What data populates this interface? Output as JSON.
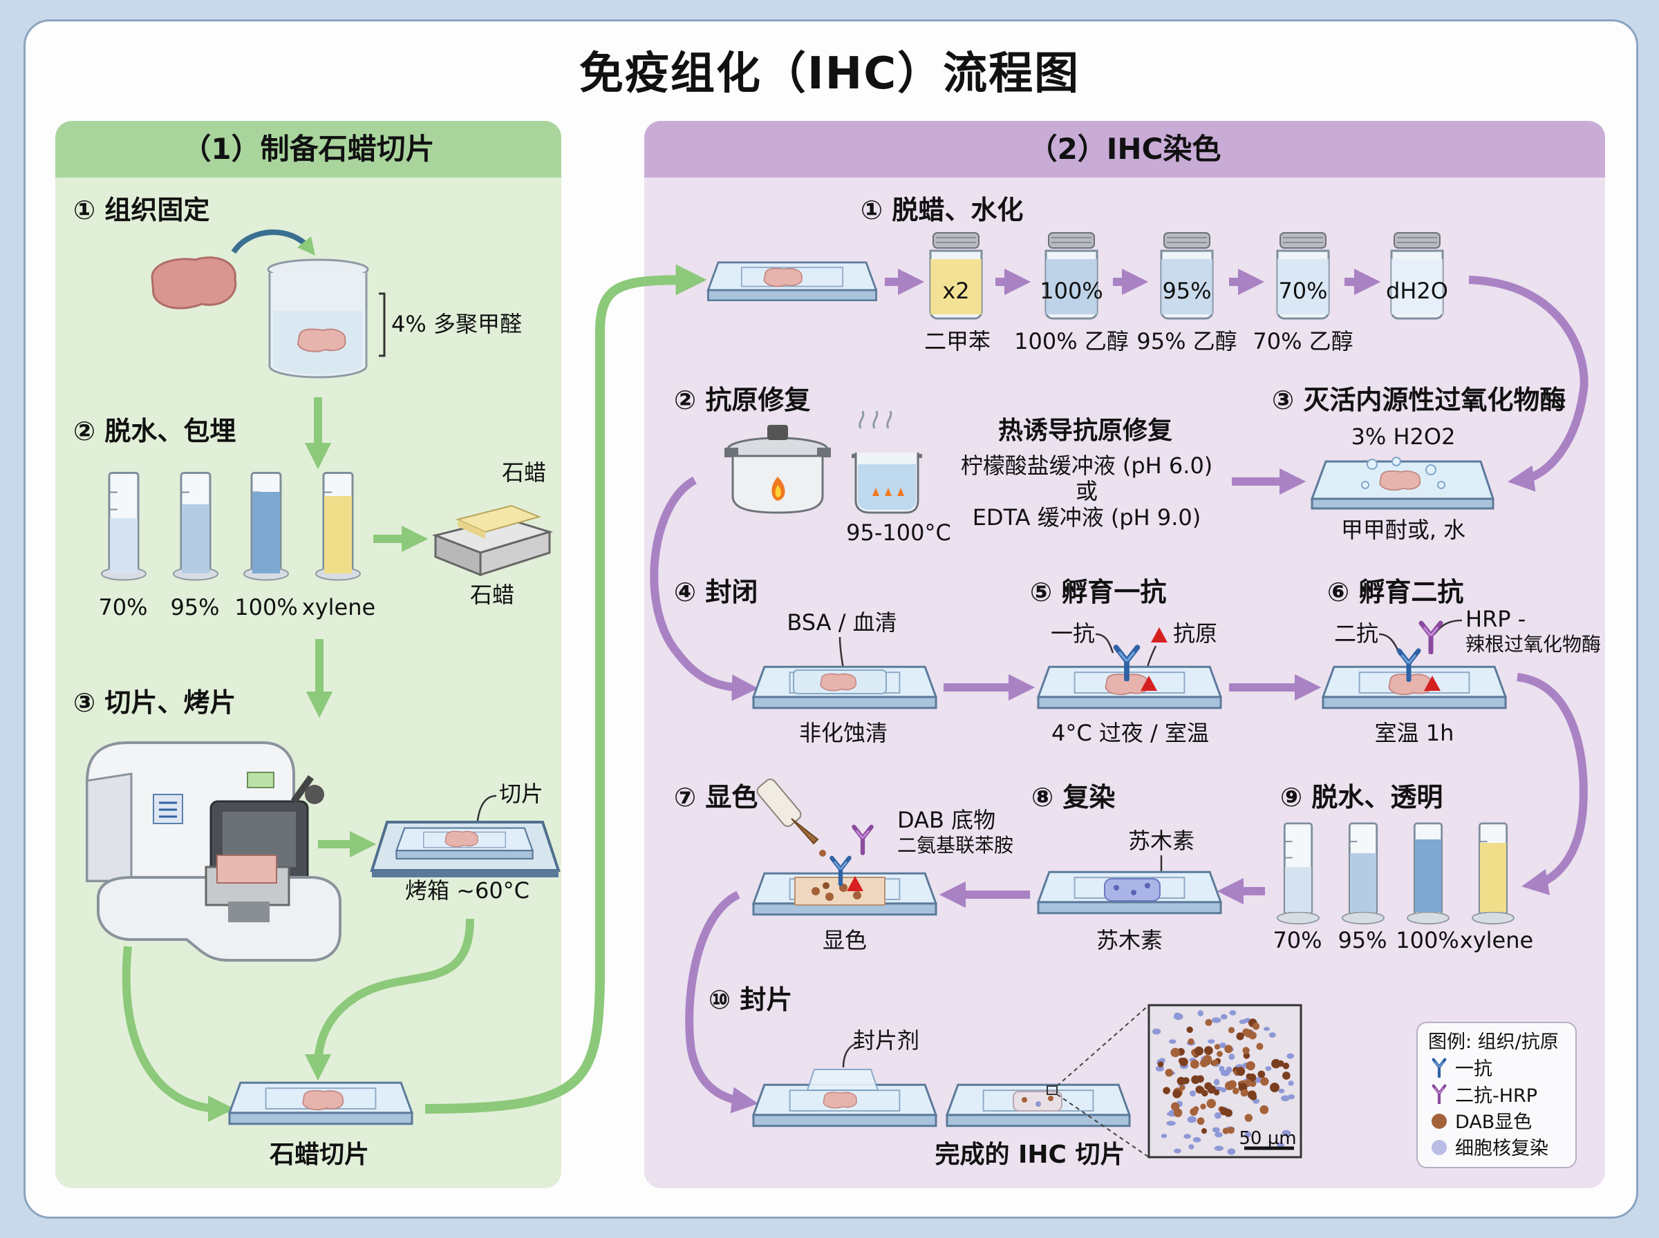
{
  "title": "免疫组化（IHC）流程图",
  "colors": {
    "left_panel": "#e1efd8",
    "left_header": "#a9d59d",
    "right_panel": "#ece1ef",
    "right_header": "#c8acd6",
    "green_arrow": "#8cc97a",
    "purple_arrow": "#a982c4",
    "primary_antibody": "#2f62a5",
    "secondary_antibody": "#8a4a9e",
    "antigen": "#d62020",
    "dab": "#a4623a",
    "nuclear_stain": "#b9bde6"
  },
  "left": {
    "header": "（1）制备石蜡切片",
    "s1": {
      "title": "① 组织固定",
      "fixative": "4% 多聚甲醛"
    },
    "s2": {
      "title": "② 脱水、包埋",
      "tubes": [
        "70%",
        "95%",
        "100%",
        "xylene"
      ],
      "wax_top": "石蜡",
      "wax_bottom": "石蜡"
    },
    "s3": {
      "title": "③ 切片、烤片",
      "section": "切片",
      "oven": "烤箱 ~60°C"
    },
    "result": "石蜡切片"
  },
  "right": {
    "header": "（2）IHC染色",
    "s1": {
      "title": "① 脱蜡、水化",
      "jar_labels": [
        "x2",
        "100%",
        "95%",
        "70%",
        "dH2O"
      ],
      "jar_captions": [
        "二甲苯",
        "100% 乙醇",
        "95% 乙醇",
        "70% 乙醇"
      ]
    },
    "s2": {
      "title": "② 抗原修复",
      "temp": "95-100°C",
      "heading": "热诱导抗原修复",
      "buffer1": "柠檬酸盐缓冲液 (pH 6.0)",
      "or": "或",
      "buffer2": "EDTA 缓冲液 (pH 9.0)"
    },
    "s3": {
      "title": "③ 灭活内源性过氧化物酶",
      "reagent": "3% H2O2",
      "note": "甲甲酎或, 水"
    },
    "s4": {
      "title": "④ 封闭",
      "reagent": "BSA / 血清",
      "caption": "非化蚀清"
    },
    "s5": {
      "title": "⑤ 孵育一抗",
      "primary": "一抗",
      "antigen": "抗原",
      "caption": "4°C 过夜 / 室温"
    },
    "s6": {
      "title": "⑥ 孵育二抗",
      "secondary": "二抗",
      "hrp1": "HRP -",
      "hrp2": "辣根过氧化物酶",
      "caption": "室温 1h"
    },
    "s7": {
      "title": "⑦ 显色",
      "dab1": "DAB 底物",
      "dab2": "二氨基联苯胺",
      "caption": "显色"
    },
    "s8": {
      "title": "⑧ 复染",
      "reagent": "苏木素",
      "caption": "苏木素"
    },
    "s9": {
      "title": "⑨ 脱水、透明",
      "tubes": [
        "70%",
        "95%",
        "100%",
        "xylene"
      ]
    },
    "s10": {
      "title": "⑩ 封片",
      "mountant": "封片剂",
      "caption": "完成的 IHC 切片",
      "scale": "50 µm"
    },
    "legend": {
      "title": "图例: 组织/抗原",
      "items": [
        "一抗",
        "二抗-HRP",
        "DAB显色",
        "细胞核复染"
      ]
    }
  }
}
